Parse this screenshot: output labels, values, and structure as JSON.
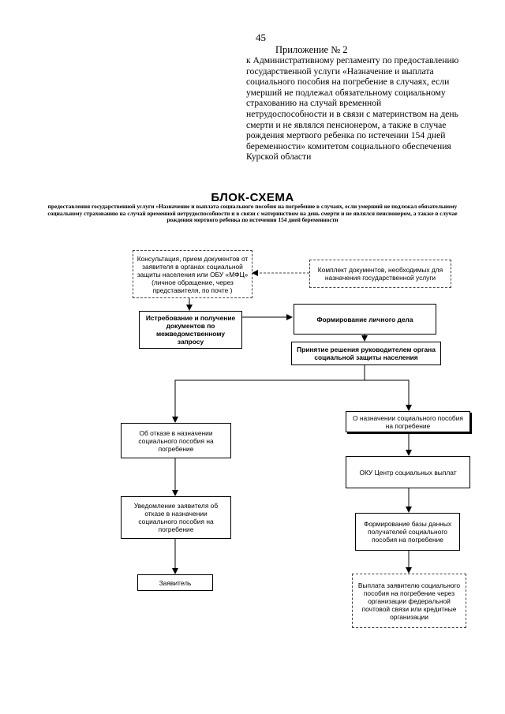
{
  "page_number": "45",
  "appendix": {
    "title": "Приложение № 2",
    "body": "к Административному регламенту по предоставлению государственной услуги «Назначение и выплата социального пособия на погребение в случаях, если умерший не подлежал обязательному социальному страхованию на случай временной нетрудоспособности и в связи с материнством на день смерти и не являлся пенсионером, а также в случае рождения мертвого ребенка по истечении 154 дней беременности» комитетом социального обеспечения Курской области"
  },
  "scheme": {
    "title": "БЛОК-СХЕМА",
    "subtitle": "предоставления государственной услуги «Назначение и выплата социального пособия на погребение в случаях, если умерший не подлежал обязательному социальному страхованию на случай временной нетрудоспособности и в связи с материнством на день смерти и не являлся пенсионером, а также в случае рождения мертвого ребенка по истечении 154 дней беременности"
  },
  "nodes": {
    "consultation": "Консультация, прием документов от заявителя в органах социальной защиты населения или ОБУ «МФЦ» (личное обращение, через представителя, по почте )",
    "documents": "Комплект документов, необходимых для назначения государственной услуги",
    "request": "Истребование и получение документов по межведомственному запросу",
    "personal_file": "Формирование личного дела",
    "decision": "Принятие решения руководителем органа социальной защиты населения",
    "refusal": "Об отказе в назначении социального пособия на погребение",
    "appointment": "О назначении социального пособия на погребение",
    "payment_center": "ОКУ Центр социальных выплат",
    "notify": "Уведомление заявителя об отказе в назначении социального пособия на погребение",
    "database": "Формирование базы данных получателей социального пособия на погребение",
    "applicant": "Заявитель",
    "payment": "Выплата заявителю социального пособия на погребение через организации федеральной почтовой связи или кредитные организации"
  }
}
